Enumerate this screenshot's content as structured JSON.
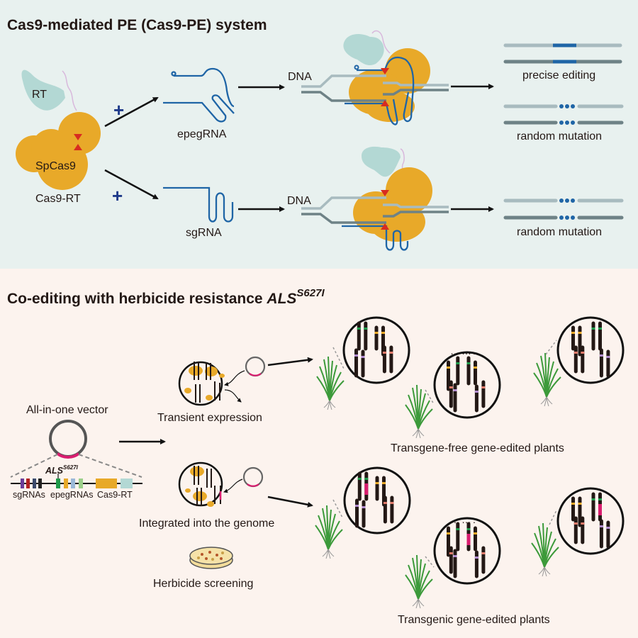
{
  "colors": {
    "top_bg": "#e8f1ef",
    "bottom_bg": "#fcf3ee",
    "cas9": "#e8a929",
    "rt": "#b3d8d4",
    "rna": "#1f65a6",
    "cut_marker": "#d82c20",
    "dna_light": "#a8bbbf",
    "dna_dark": "#6e8286",
    "plus": "#1e3a8a",
    "linker": "#d8b8dc",
    "transgene": "#d91d6f",
    "chromosome": "#231815",
    "plant": "#3c9a3a",
    "dish": "#f2dc9a"
  },
  "top_panel": {
    "title": "Cas9-mediated PE (Cas9-PE) system",
    "rt_label": "RT",
    "cas9_label": "SpCas9",
    "complex_label": "Cas9-RT",
    "plus_symbol": "+",
    "epegRNA_label": "epegRNA",
    "sgRNA_label": "sgRNA",
    "dna_label": "DNA",
    "outcome_precise": "precise editing",
    "outcome_random_1": "random mutation",
    "outcome_random_2": "random mutation"
  },
  "bottom_panel": {
    "title_main": "Co-editing with herbicide resistance ",
    "title_gene": "ALS",
    "title_allele": "S627I",
    "vector_label": "All-in-one vector",
    "cassette_gene": "ALS",
    "cassette_allele": "S627I",
    "cassette_labels": [
      "sgRNAs",
      "epegRNAs",
      "Cas9-RT"
    ],
    "transient_label": "Transient expression",
    "integrated_label": "Integrated into the genome",
    "screening_label": "Herbicide screening",
    "transgene_free_label": "Transgene-free gene-edited plants",
    "transgenic_label": "Transgenic gene-edited plants",
    "ellipsis": "……."
  }
}
